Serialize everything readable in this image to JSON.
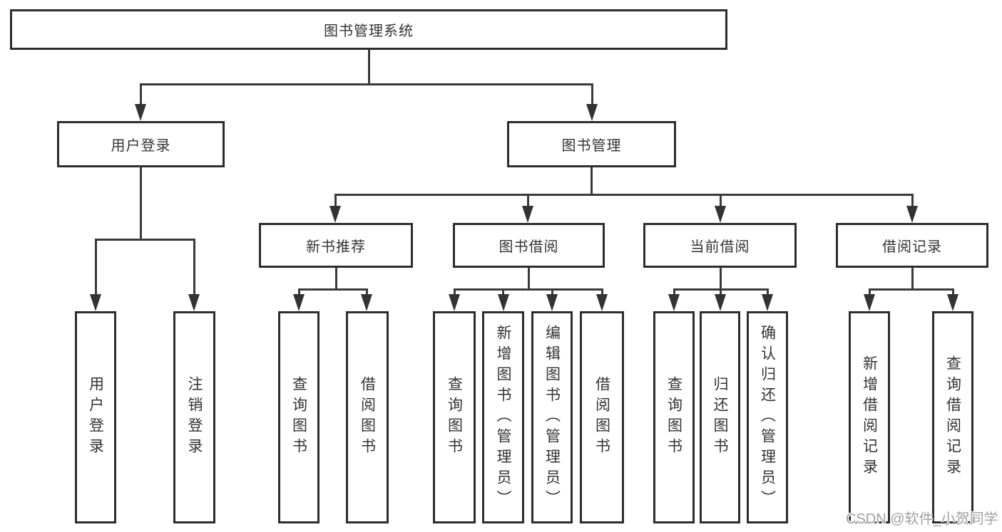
{
  "tree": {
    "label": "图书管理系统",
    "children": [
      {
        "label": "用户登录",
        "children": [
          {
            "label": "用户登录"
          },
          {
            "label": "注销登录"
          }
        ]
      },
      {
        "label": "图书管理",
        "children": [
          {
            "label": "新书推荐",
            "children": [
              {
                "label": "查询图书"
              },
              {
                "label": "借阅图书"
              }
            ]
          },
          {
            "label": "图书借阅",
            "children": [
              {
                "label": "查询图书"
              },
              {
                "label": "新增图书（管理员）"
              },
              {
                "label": "编辑图书（管理员）"
              },
              {
                "label": "借阅图书"
              }
            ]
          },
          {
            "label": "当前借阅",
            "children": [
              {
                "label": "查询图书"
              },
              {
                "label": "归还图书"
              },
              {
                "label": "确认归还（管理员）"
              }
            ]
          },
          {
            "label": "借阅记录",
            "children": [
              {
                "label": "新增借阅记录"
              },
              {
                "label": "查询借阅记录"
              }
            ]
          }
        ]
      }
    ]
  },
  "colors": {
    "box_border": "#2d2d2d",
    "line": "#3a3a3a",
    "text": "#333333",
    "background": "#ffffff",
    "watermark": "#a0a0a0"
  },
  "watermark": {
    "text": "CSDN @软件_小贺同学"
  }
}
